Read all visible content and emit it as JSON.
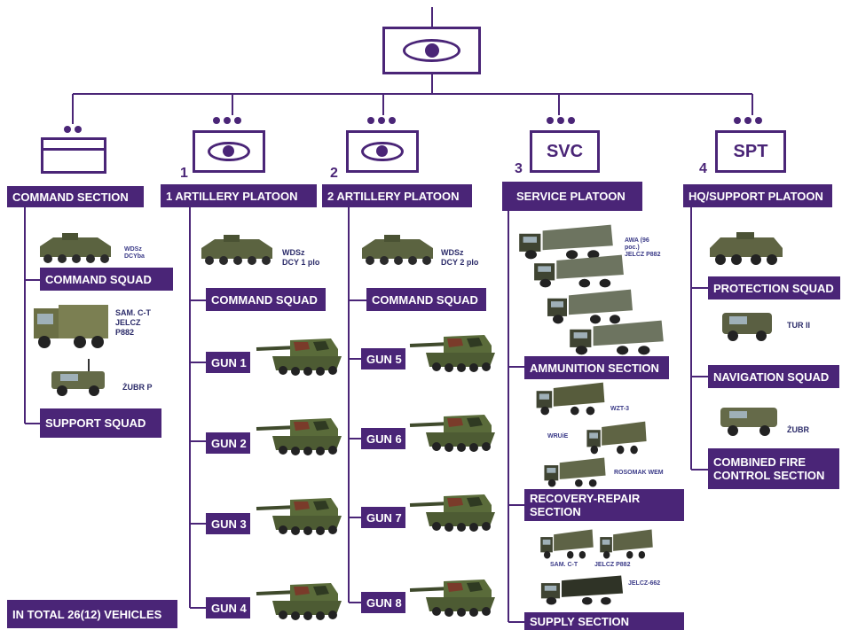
{
  "sections": {
    "command": {
      "title": "COMMAND SECTION",
      "squad1": "COMMAND SQUAD",
      "squad2": "SUPPORT SQUAD",
      "v1": [
        "WDSz",
        "DCYba"
      ],
      "v2": [
        "SAM. C-T",
        "JELCZ",
        "P882"
      ],
      "v3": "ŻUBR P"
    },
    "platoon1": {
      "number": "1",
      "title": "1 ARTILLERY PLATOON",
      "cmd": "COMMAND SQUAD",
      "v1": [
        "WDSz",
        "DCY 1 plo"
      ],
      "guns": [
        "GUN 1",
        "GUN 2",
        "GUN 3",
        "GUN 4"
      ]
    },
    "platoon2": {
      "number": "2",
      "title": "2 ARTILLERY PLATOON",
      "cmd": "COMMAND SQUAD",
      "v1": [
        "WDSz",
        "DCY 2 plo"
      ],
      "guns": [
        "GUN 5",
        "GUN 6",
        "GUN 7",
        "GUN 8"
      ]
    },
    "service": {
      "number": "3",
      "symbol": "SVC",
      "title": "SERVICE PLATOON",
      "ammo": "AMMUNITION SECTION",
      "ammo_v": [
        "AWA (96",
        "poc.)",
        "JELCZ P882"
      ],
      "recovery": [
        "RECOVERY-REPAIR",
        "SECTION"
      ],
      "wzt": "WZT-3",
      "wrui": "WRUiE",
      "rosomak": "ROSOMAK WEM",
      "supply": "SUPPLY SECTION",
      "sup_v1": "SAM. C-T",
      "sup_v2": "JELCZ P882",
      "sup_v3": "JELCZ-662"
    },
    "hq": {
      "number": "4",
      "symbol": "SPT",
      "title": "HQ/SUPPORT PLATOON",
      "prot": "PROTECTION SQUAD",
      "nav": "NAVIGATION SQUAD",
      "cfc": [
        "COMBINED FIRE",
        "CONTROL SECTION"
      ],
      "tur": "TUR II",
      "zubr": "ŻUBR"
    }
  },
  "total": "IN TOTAL 26(12) VEHICLES",
  "colors": {
    "accent": "#4a2577"
  }
}
